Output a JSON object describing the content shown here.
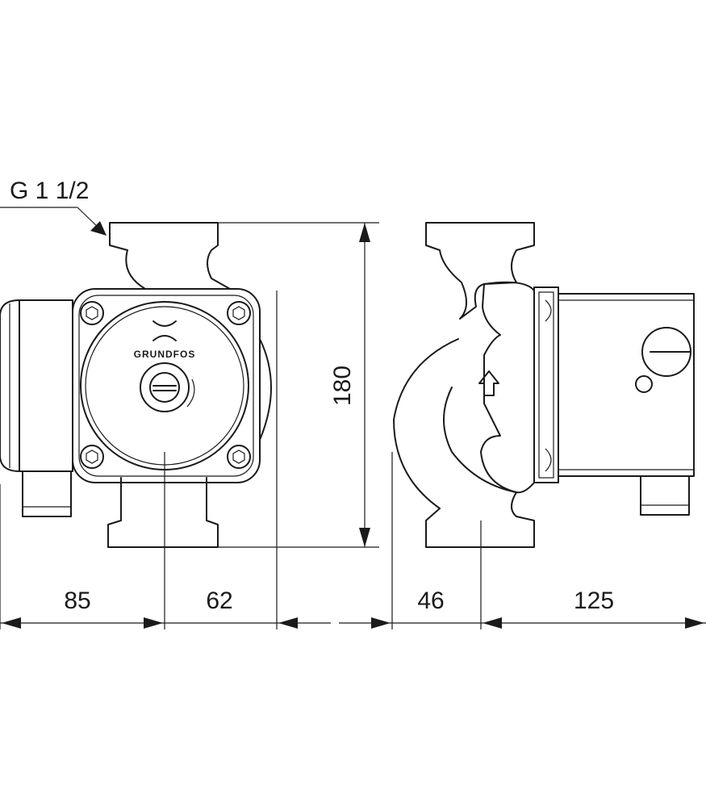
{
  "labels": {
    "thread": "G 1 1/2",
    "height": "180",
    "dim_left": "85",
    "dim_center": "62",
    "dim_side_left": "46",
    "dim_side_right": "125",
    "brand": "GRUNDFOS"
  },
  "icons": {
    "logo": "grundfos-logo-icon",
    "flow": "flow-direction-arrow-icon"
  }
}
